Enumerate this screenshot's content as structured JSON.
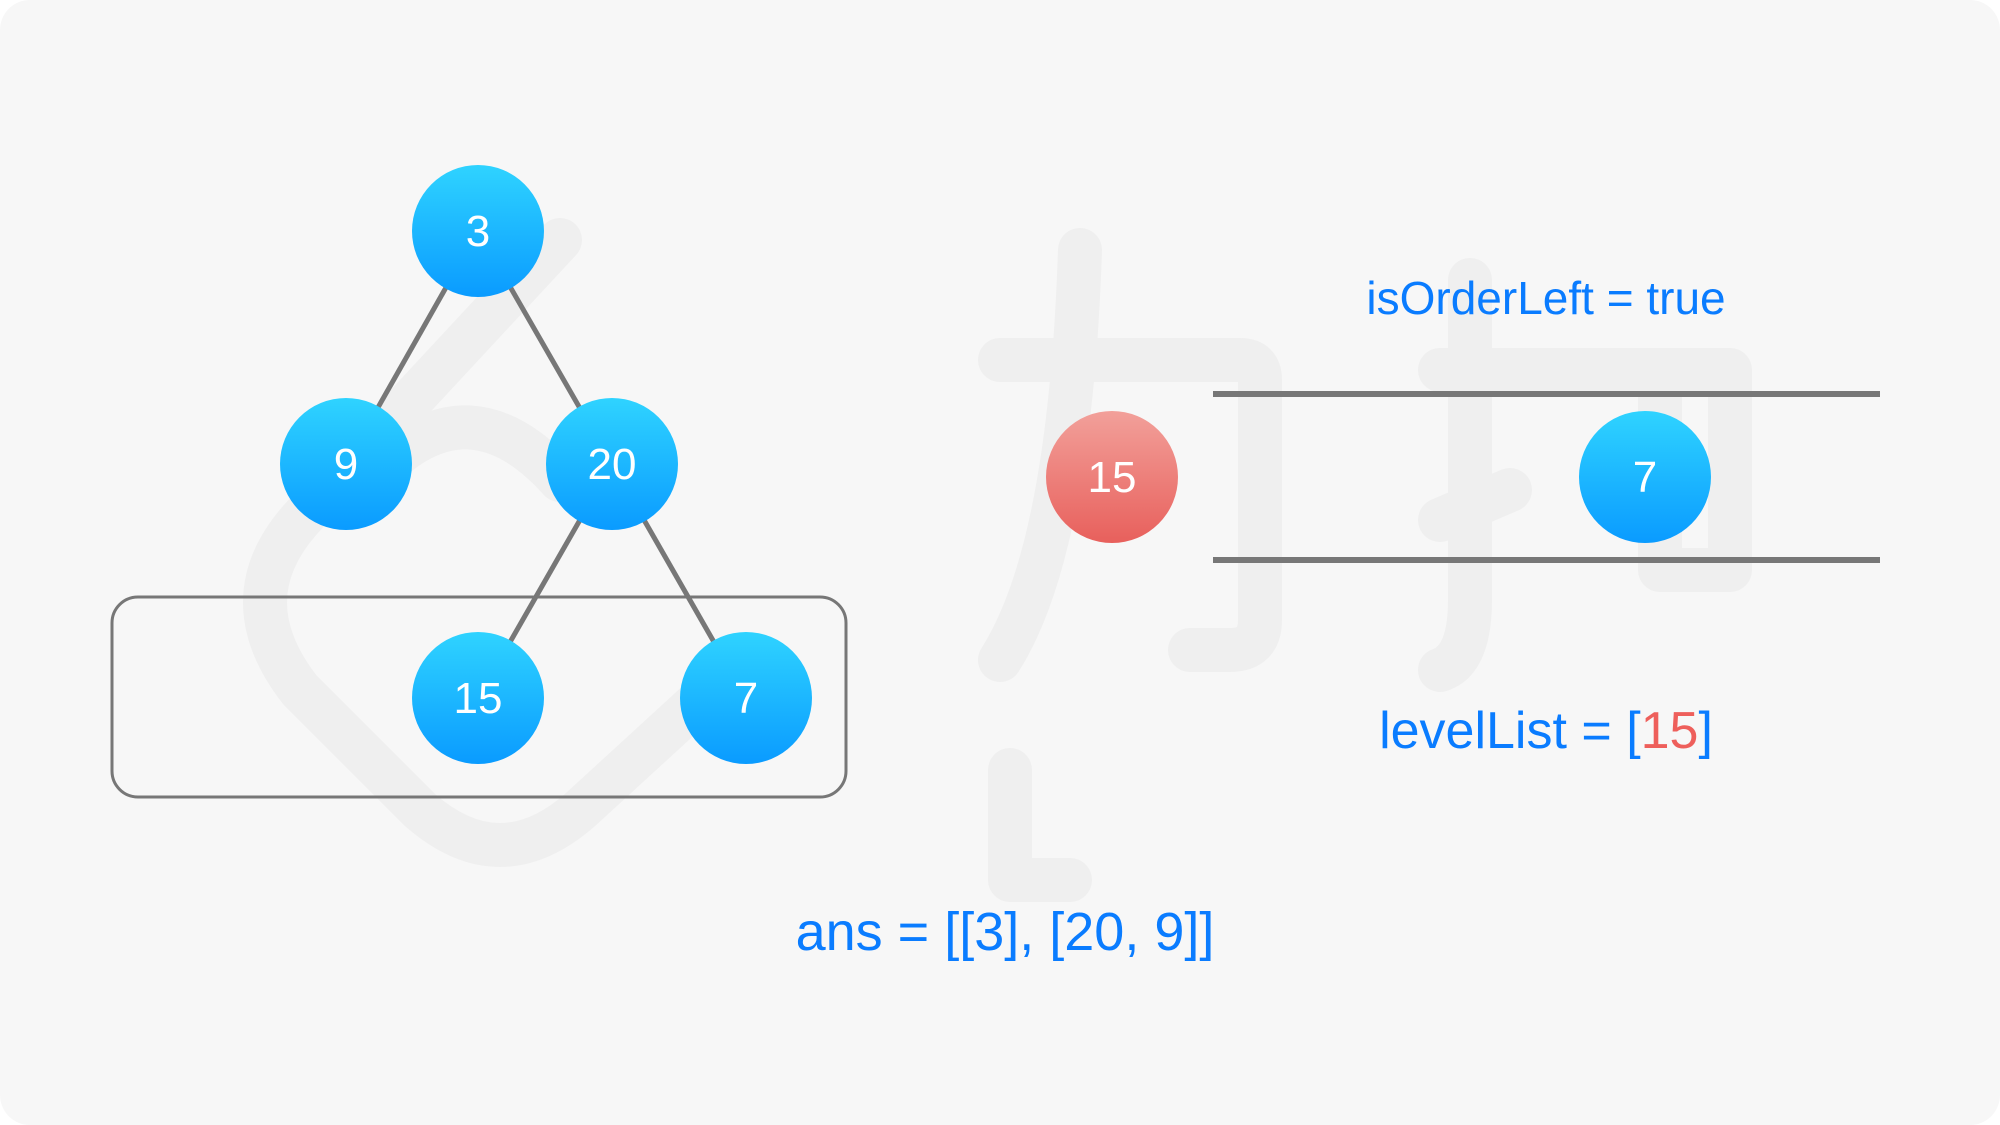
{
  "colors": {
    "background": "#f7f7f7",
    "node_blue_top": "#2fd3ff",
    "node_blue_bottom": "#0a9bff",
    "node_red_top": "#f2a09a",
    "node_red_bottom": "#e8605c",
    "edge": "#777777",
    "text_blue": "#0a7cff",
    "text_red": "#ee5f5b"
  },
  "tree": {
    "nodes": [
      {
        "id": "n3",
        "label": "3"
      },
      {
        "id": "n9",
        "label": "9"
      },
      {
        "id": "n20",
        "label": "20"
      },
      {
        "id": "n15",
        "label": "15"
      },
      {
        "id": "n7",
        "label": "7"
      }
    ],
    "edges": [
      [
        "n3",
        "n9"
      ],
      [
        "n3",
        "n20"
      ],
      [
        "n20",
        "n15"
      ],
      [
        "n20",
        "n7"
      ]
    ],
    "highlighted_level": [
      "n15",
      "n7"
    ]
  },
  "deque": {
    "popped_node": "15",
    "remaining_node": "7"
  },
  "labels": {
    "is_order_left": "isOrderLeft = true",
    "level_list_prefix": "levelList = [",
    "level_list_value": "15",
    "level_list_suffix": "]",
    "ans": "ans = [[3], [20, 9]]"
  },
  "watermark": "力扣 LeetCode"
}
